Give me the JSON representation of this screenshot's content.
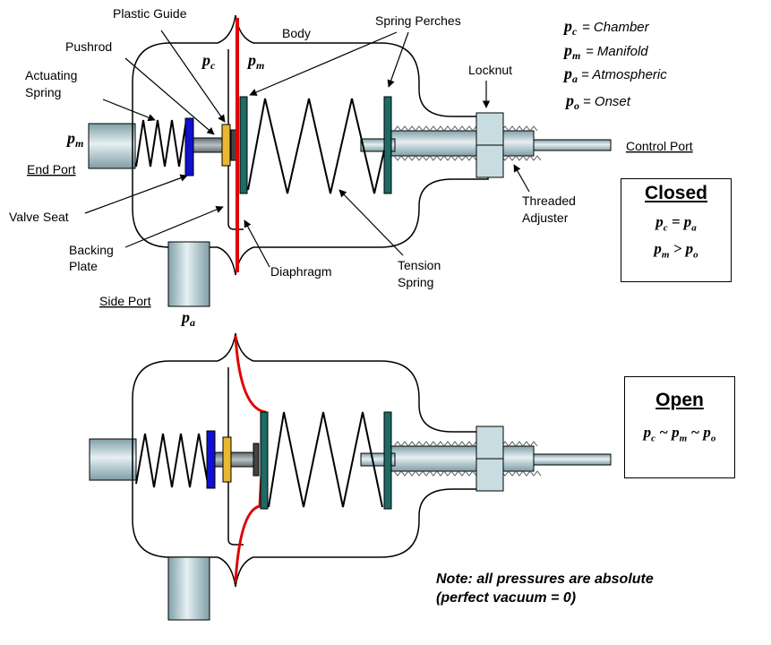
{
  "labels": {
    "plastic_guide": "Plastic Guide",
    "pushrod": "Pushrod",
    "actuating_spring_line1": "Actuating",
    "actuating_spring_line2": "Spring",
    "body": "Body",
    "spring_perches": "Spring Perches",
    "locknut": "Locknut",
    "end_port": "End Port",
    "control_port": "Control Port",
    "valve_seat": "Valve Seat",
    "backing_plate_line1": "Backing",
    "backing_plate_line2": "Plate",
    "diaphragm": "Diaphragm",
    "tension_spring_line1": "Tension",
    "tension_spring_line2": "Spring",
    "threaded_adjuster_line1": "Threaded",
    "threaded_adjuster_line2": "Adjuster",
    "side_port": "Side Port"
  },
  "symbols": {
    "p": "p",
    "c": "c",
    "m": "m",
    "a": "a",
    "o": "o"
  },
  "legend": {
    "chamber": "= Chamber",
    "manifold": "= Manifold",
    "atmospheric": "= Atmospheric",
    "onset": "= Onset"
  },
  "closed": {
    "title": "Closed",
    "eq1": "p c = p a",
    "eq2": "p m > p o"
  },
  "open": {
    "title": "Open",
    "eq": "p c ~ p m ~ p o"
  },
  "note": {
    "line1": "Note: all pressures are absolute",
    "line2": "(perfect vacuum = 0)"
  },
  "colors": {
    "diaphragm": "#e00000",
    "valve_seat": "#1010d0",
    "plastic_guide": "#e8b830",
    "spring_perch": "#1e6a66",
    "metal": "#a9c4cc",
    "outline": "#000000"
  }
}
